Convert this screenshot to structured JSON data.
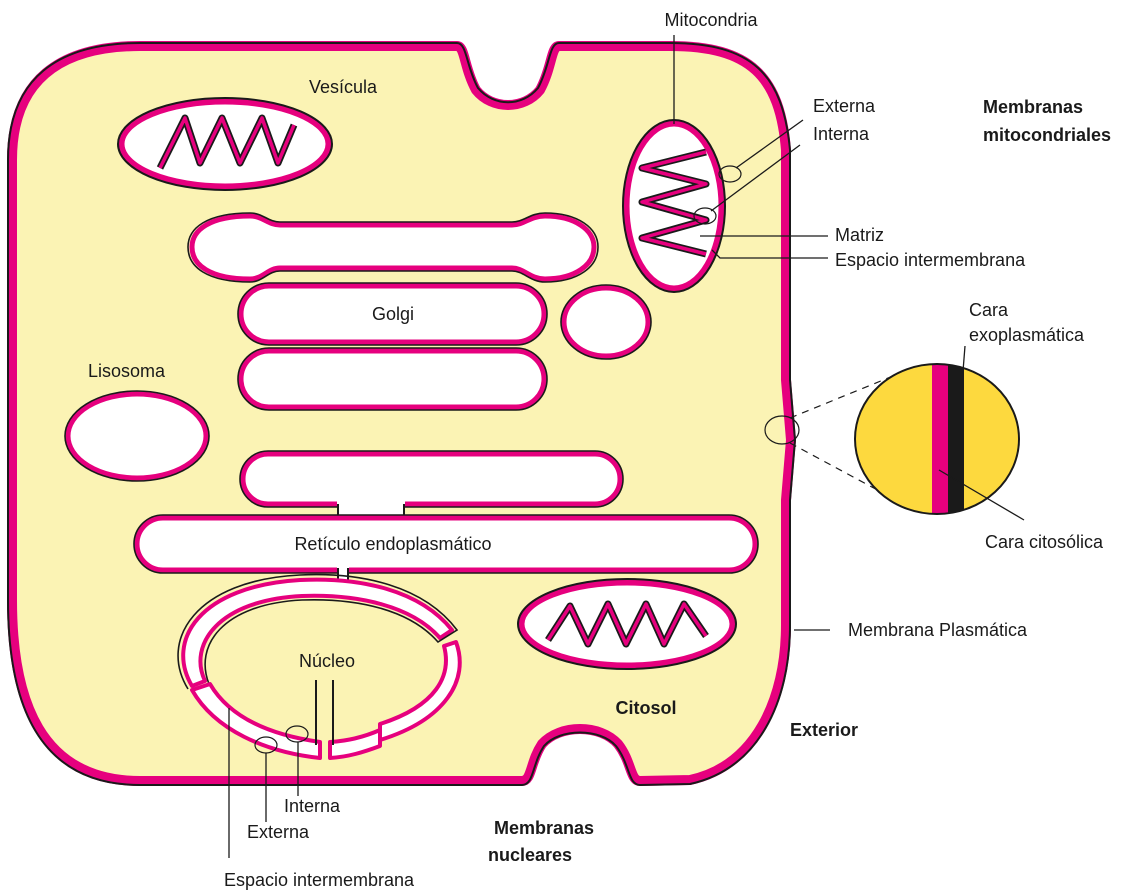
{
  "labels": {
    "mitochondria_top": "Mitocondria",
    "vesicle": "Vesícula",
    "mito_outer": "Externa",
    "mito_inner": "Interna",
    "mito_membranes_l1": "Membranas",
    "mito_membranes_l2": "mitocondriales",
    "matrix": "Matriz",
    "mito_intermembrane": "Espacio intermembrana",
    "golgi": "Golgi",
    "lysosome": "Lisosoma",
    "exoplasmic_l1": "Cara",
    "exoplasmic_l2": "exoplasmática",
    "cytosolic": "Cara citosólica",
    "er": "Retículo endoplasmático",
    "plasma_membrane": "Membrana Plasmática",
    "nucleus": "Núcleo",
    "cytosol": "Citosol",
    "exterior": "Exterior",
    "nuc_inner": "Interna",
    "nuc_outer": "Externa",
    "nuc_membranes_l1": "Membranas",
    "nuc_membranes_l2": "nucleares",
    "nuc_intermembrane": "Espacio intermembrana"
  },
  "colors": {
    "cytoplasm": "#fbf3b4",
    "membrane_pink": "#e6007e",
    "outline": "#1a1a1a",
    "organelle_fill": "#ffffff",
    "exoplasmic_yellow": "#fdd93e"
  }
}
